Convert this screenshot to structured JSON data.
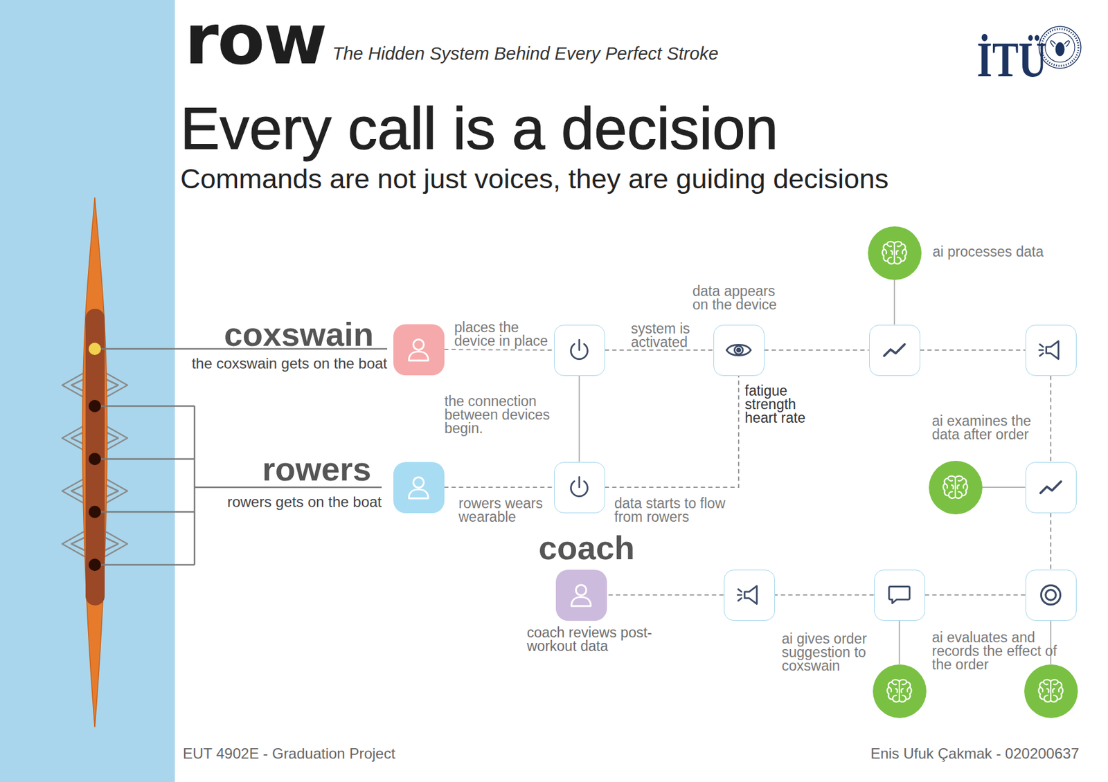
{
  "diagram": {
    "title": "Every call is a decision",
    "caption": "Commands are not just voices, they are guiding decisions",
    "nodes": [
      {
        "text": [
          "coxswain",
          "the coxswain gets on the boat"
        ]
      },
      {
        "text": []
      },
      {
        "text": [
          "data appears on the device"
        ]
      },
      {
        "text": [
          "ai processes data"
        ]
      },
      {
        "text": []
      },
      {
        "text": []
      },
      {
        "text": [
          "rowers",
          "rowers gets on the boat"
        ]
      },
      {
        "text": []
      },
      {
        "text": [
          "ai examines the data after order"
        ]
      },
      {
        "text": []
      },
      {
        "text": [
          "coach",
          "coach reviews post-workout data"
        ]
      },
      {
        "text": []
      },
      {
        "text": []
      },
      {
        "text": []
      },
      {
        "text": [
          "ai gives order suggestion to coxswain"
        ]
      },
      {
        "text": [
          "ai evaluates and records the effect of the order"
        ]
      }
    ],
    "edges": [
      {
        "from": 0,
        "to": 1,
        "label": "places the device in place",
        "arrow": "none"
      },
      {
        "from": 1,
        "to": 2,
        "label": "system is activated",
        "arrow": "none"
      },
      {
        "from": 2,
        "to": 4,
        "arrow": "none"
      },
      {
        "from": 4,
        "to": 3,
        "arrow": "none"
      },
      {
        "from": 4,
        "to": 5,
        "arrow": "none"
      },
      {
        "from": 1,
        "to": 7,
        "label": "the connection between devices begin.",
        "arrow": "none"
      },
      {
        "from": 6,
        "to": 7,
        "label": "rowers wears wearable",
        "arrow": "none"
      },
      {
        "from": 7,
        "to": 2,
        "label": "data starts to flow from rowers",
        "arrow": "none"
      },
      {
        "from": 5,
        "to": 9,
        "arrow": "none"
      },
      {
        "from": 9,
        "to": 8,
        "arrow": "none"
      },
      {
        "from": 9,
        "to": 13,
        "arrow": "none"
      },
      {
        "from": 13,
        "to": 12,
        "arrow": "none"
      },
      {
        "from": 13,
        "to": 15,
        "arrow": "none"
      },
      {
        "from": 12,
        "to": 14,
        "arrow": "none"
      },
      {
        "from": 12,
        "to": 11,
        "arrow": "none"
      },
      {
        "from": 11,
        "to": 10,
        "arrow": "none"
      }
    ],
    "labels": [
      "row",
      "The Hidden System Behind Every Perfect Stroke",
      "İTÜ",
      "fatigue strength heart rate",
      "EUT 4902E - Graduation Project",
      "Enis Ufuk Çakmak - 020200637"
    ]
  }
}
